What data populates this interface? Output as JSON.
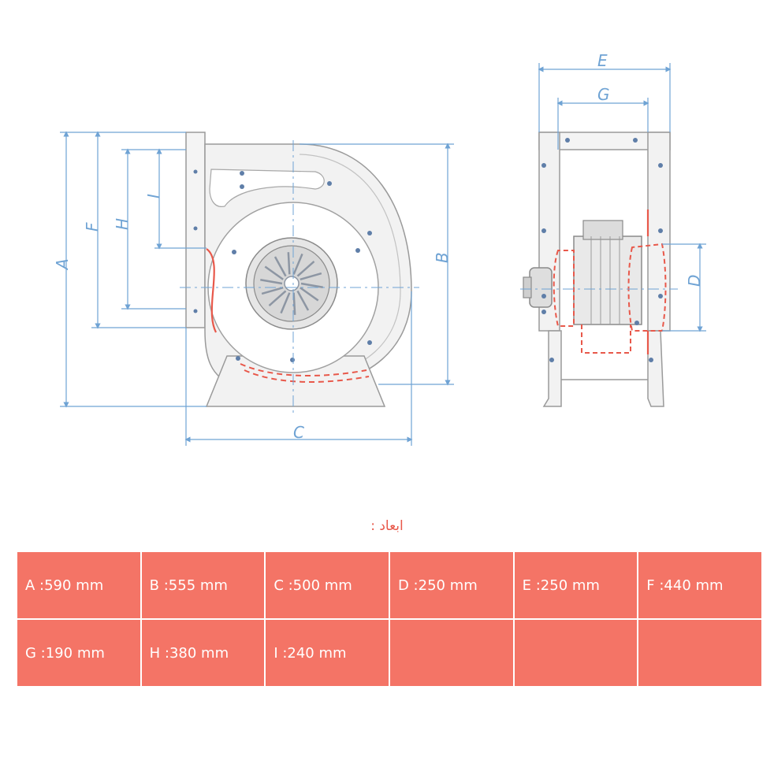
{
  "drawing": {
    "labels": {
      "A": "A",
      "B": "B",
      "C": "C",
      "D": "D",
      "E": "E",
      "F": "F",
      "G": "G",
      "H": "H",
      "I": "I"
    }
  },
  "caption": "ابعاد :",
  "table": {
    "rows": [
      [
        "A :590 mm",
        "B :555 mm",
        "C :500 mm",
        "D :250 mm",
        "E :250 mm",
        "F :440 mm"
      ],
      [
        "G :190 mm",
        "H :380 mm",
        "I :240 mm",
        "",
        "",
        ""
      ]
    ]
  },
  "colors": {
    "dimension": "#6fa3d4",
    "outline": "#9a9a9a",
    "highlight": "#e8584a",
    "cell": "#f47466"
  }
}
